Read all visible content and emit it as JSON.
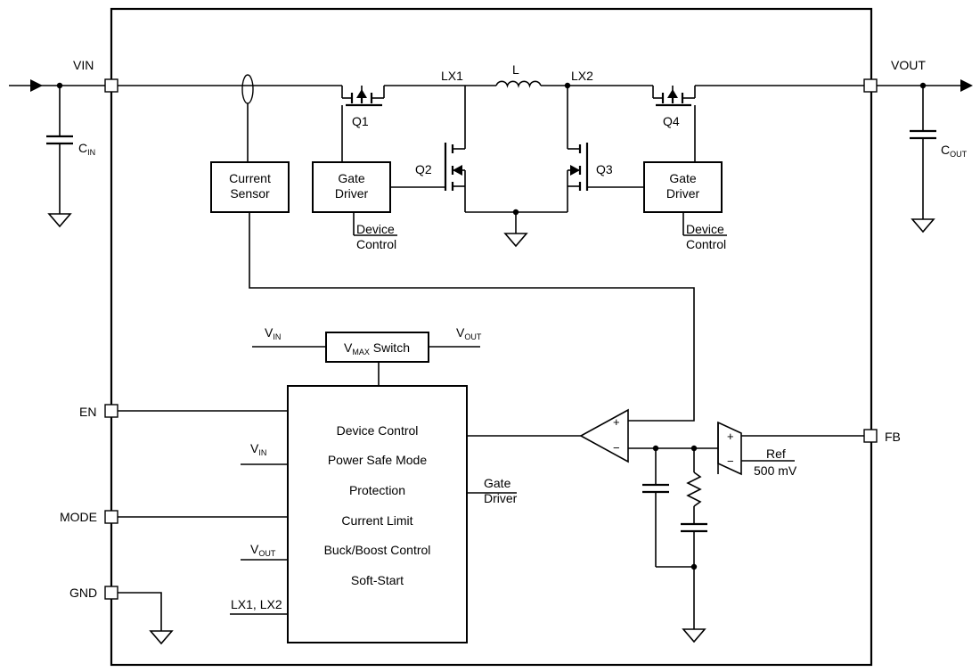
{
  "pins": {
    "vin": "VIN",
    "vout": "VOUT",
    "en": "EN",
    "mode": "MODE",
    "gnd": "GND",
    "fb": "FB"
  },
  "nodes": {
    "lx1": "LX1",
    "lx2": "LX2",
    "inductor": "L"
  },
  "capacitors": {
    "cin": {
      "main": "C",
      "sub": "IN"
    },
    "cout": {
      "main": "C",
      "sub": "OUT"
    }
  },
  "transistors": {
    "q1": "Q1",
    "q2": "Q2",
    "q3": "Q3",
    "q4": "Q4"
  },
  "blocks": {
    "current_sensor": {
      "line1": "Current",
      "line2": "Sensor"
    },
    "gate_driver_left": {
      "line1": "Gate",
      "line2": "Driver"
    },
    "gate_driver_right": {
      "line1": "Gate",
      "line2": "Driver"
    },
    "vmax_switch": {
      "main": "V",
      "sub": "MAX",
      "rest": " Switch"
    },
    "control": {
      "lines": [
        "Device Control",
        "Power Safe Mode",
        "Protection",
        "Current Limit",
        "Buck/Boost Control",
        "Soft-Start"
      ]
    }
  },
  "labels": {
    "device_control_left": {
      "line1": "Device",
      "line2": "Control"
    },
    "device_control_right": {
      "line1": "Device",
      "line2": "Control"
    },
    "vmax_vin": {
      "main": "V",
      "sub": "IN"
    },
    "vmax_vout": {
      "main": "V",
      "sub": "OUT"
    },
    "ctrl_vin": {
      "main": "V",
      "sub": "IN"
    },
    "ctrl_vout": {
      "main": "V",
      "sub": "OUT"
    },
    "ctrl_lx": "LX1, LX2",
    "ctrl_gate_driver": {
      "line1": "Gate",
      "line2": "Driver"
    },
    "ref": {
      "line1": "Ref",
      "line2": "500 mV"
    },
    "opamp_plus": "+",
    "opamp_minus": "−"
  }
}
